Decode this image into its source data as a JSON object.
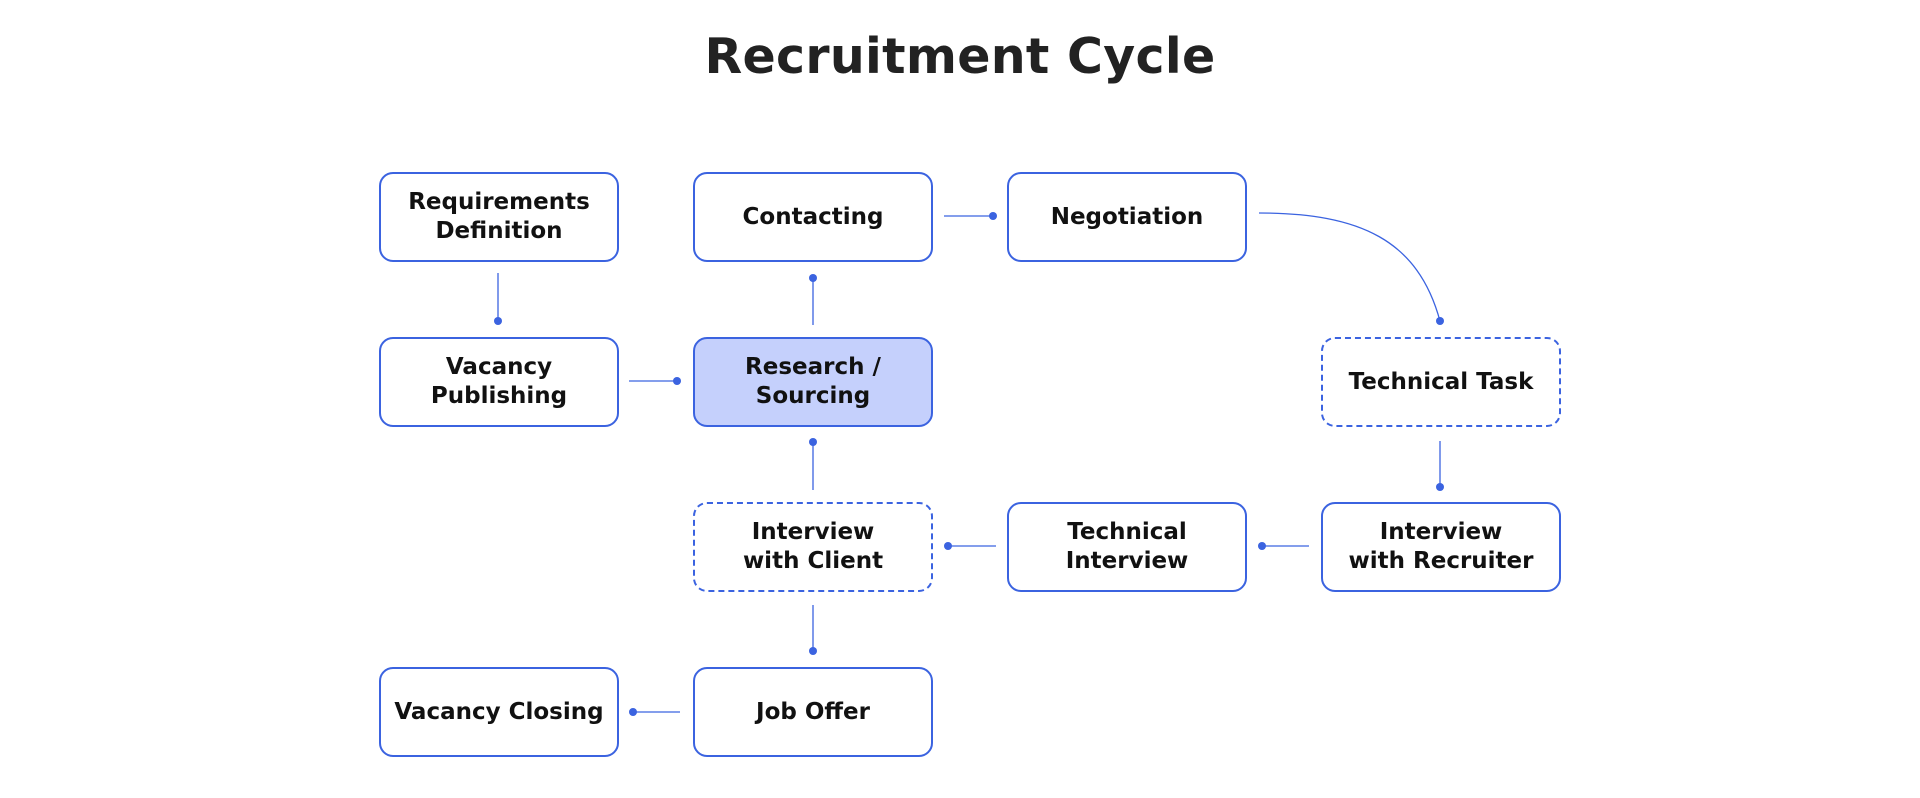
{
  "title": "Recruitment Cycle",
  "colors": {
    "accent": "#3b63e0",
    "highlight_fill": "#c5d0fc",
    "text": "#111111",
    "title": "#222222"
  },
  "nodes": [
    {
      "id": "requirements-definition",
      "label": "Requirements\nDefinition",
      "style": "solid"
    },
    {
      "id": "contacting",
      "label": "Contacting",
      "style": "solid"
    },
    {
      "id": "negotiation",
      "label": "Negotiation",
      "style": "solid"
    },
    {
      "id": "vacancy-publishing",
      "label": "Vacancy\nPublishing",
      "style": "solid"
    },
    {
      "id": "research-sourcing",
      "label": "Research /\nSourcing",
      "style": "highlight"
    },
    {
      "id": "technical-task",
      "label": "Technical Task",
      "style": "dashed"
    },
    {
      "id": "interview-with-client",
      "label": "Interview\nwith Client",
      "style": "dashed"
    },
    {
      "id": "technical-interview",
      "label": "Technical\nInterview",
      "style": "solid"
    },
    {
      "id": "interview-with-recruiter",
      "label": "Interview\nwith Recruiter",
      "style": "solid"
    },
    {
      "id": "vacancy-closing",
      "label": "Vacancy Closing",
      "style": "solid"
    },
    {
      "id": "job-offer",
      "label": "Job Offer",
      "style": "solid"
    }
  ],
  "edges": [
    {
      "from": "requirements-definition",
      "to": "vacancy-publishing"
    },
    {
      "from": "vacancy-publishing",
      "to": "research-sourcing"
    },
    {
      "from": "research-sourcing",
      "to": "contacting"
    },
    {
      "from": "contacting",
      "to": "negotiation"
    },
    {
      "from": "negotiation",
      "to": "technical-task"
    },
    {
      "from": "technical-task",
      "to": "interview-with-recruiter"
    },
    {
      "from": "interview-with-recruiter",
      "to": "technical-interview"
    },
    {
      "from": "technical-interview",
      "to": "interview-with-client"
    },
    {
      "from": "interview-with-client",
      "to": "research-sourcing"
    },
    {
      "from": "interview-with-client",
      "to": "job-offer"
    },
    {
      "from": "job-offer",
      "to": "vacancy-closing"
    }
  ]
}
